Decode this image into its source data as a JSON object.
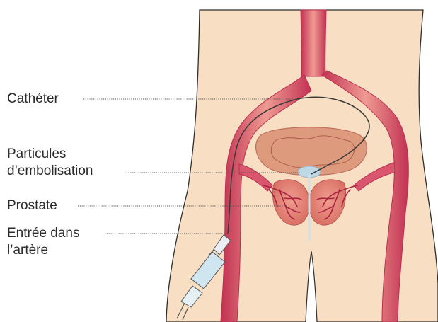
{
  "labels": {
    "catheter": [
      "Cathéter"
    ],
    "particles": [
      "Particules",
      "d’embolisation"
    ],
    "prostate": [
      "Prostate"
    ],
    "entry": [
      "Entrée dans",
      "l’artère"
    ]
  },
  "colors": {
    "skin": "#f8dfc4",
    "skin_outline": "#2f2f2f",
    "artery": "#cc3a5a",
    "artery_light": "#ee9b93",
    "bladder": "#dd9a7d",
    "prostate": "#e08477",
    "particles": "#bfd8e6",
    "catheter": "#3a3a3a",
    "syringe": "#cfe6f0",
    "leader_line": "#555555"
  },
  "icons": {
    "syringe": "syringe-icon"
  }
}
